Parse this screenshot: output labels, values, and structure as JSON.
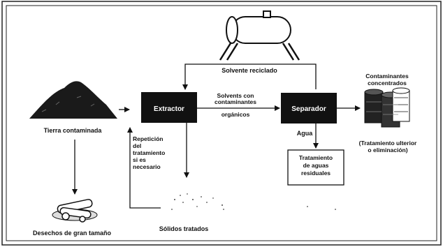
{
  "colors": {
    "box_fill": "#111111",
    "line": "#111111",
    "background": "#ffffff",
    "frame": "#222222"
  },
  "nodes": {
    "extractor": "Extractor",
    "separator": "Separador",
    "soil": "Tierra contaminada",
    "debris": "Desechos de gran tamaño",
    "treated_solids": "Sólidos tratados",
    "recycled_solvent": "Solvente reciclado",
    "concentrated_contaminants": [
      "Contaminantes",
      "concentrados"
    ],
    "further_treatment": [
      "(Tratamiento ulterior",
      "o eliminación)"
    ],
    "wastewater": [
      "Tratamiento",
      "de aguas",
      "residuales"
    ],
    "repeat": [
      "Repetición",
      "del",
      "tratamiento",
      "si es",
      "necesario"
    ],
    "solvent_with_organics": [
      "Solvents con",
      "contaminantes",
      "orgánicos"
    ],
    "water": "Agua"
  },
  "icons": [
    "soil-pile-icon",
    "debris-pile-icon",
    "solvent-tank-icon",
    "drums-icon",
    "treated-solids-icon"
  ]
}
